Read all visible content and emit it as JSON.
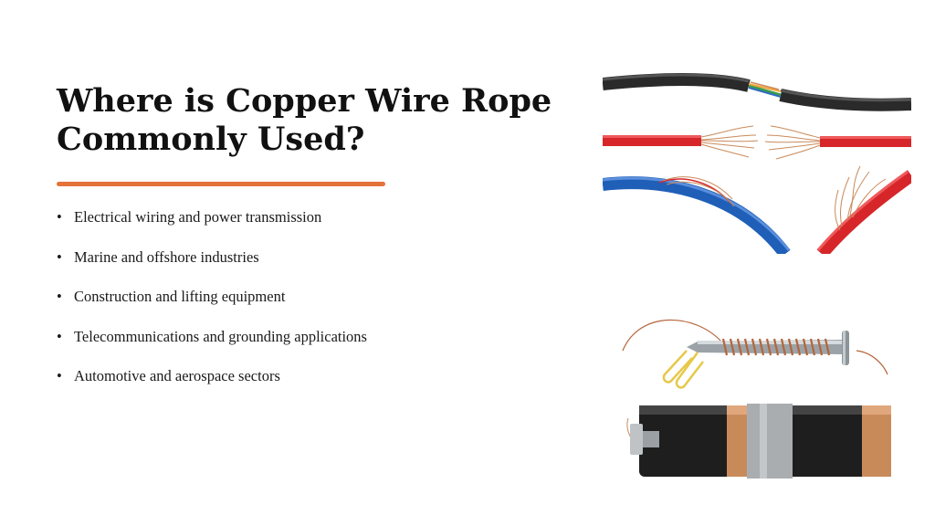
{
  "slide": {
    "title_line1": "Where is Copper Wire Rope",
    "title_line2": "Commonly Used?",
    "bullet_glyph": "•",
    "bullets": [
      "Electrical wiring and power transmission",
      "Marine and offshore industries",
      "Construction and lifting equipment",
      "Telecommunications and grounding applications",
      "Automotive and aerospace sectors"
    ]
  },
  "colors": {
    "accent": "#e4733a",
    "title": "#111111",
    "body_text": "#1a1a1a",
    "copper": "#c98a5a",
    "wire_red": "#d6262a",
    "wire_blue": "#1f5fb8",
    "wire_black": "#2a2a2a"
  },
  "images": {
    "top": "stripped-electric-wires-illustration",
    "bottom": "nail-coil-and-battery-illustration"
  }
}
